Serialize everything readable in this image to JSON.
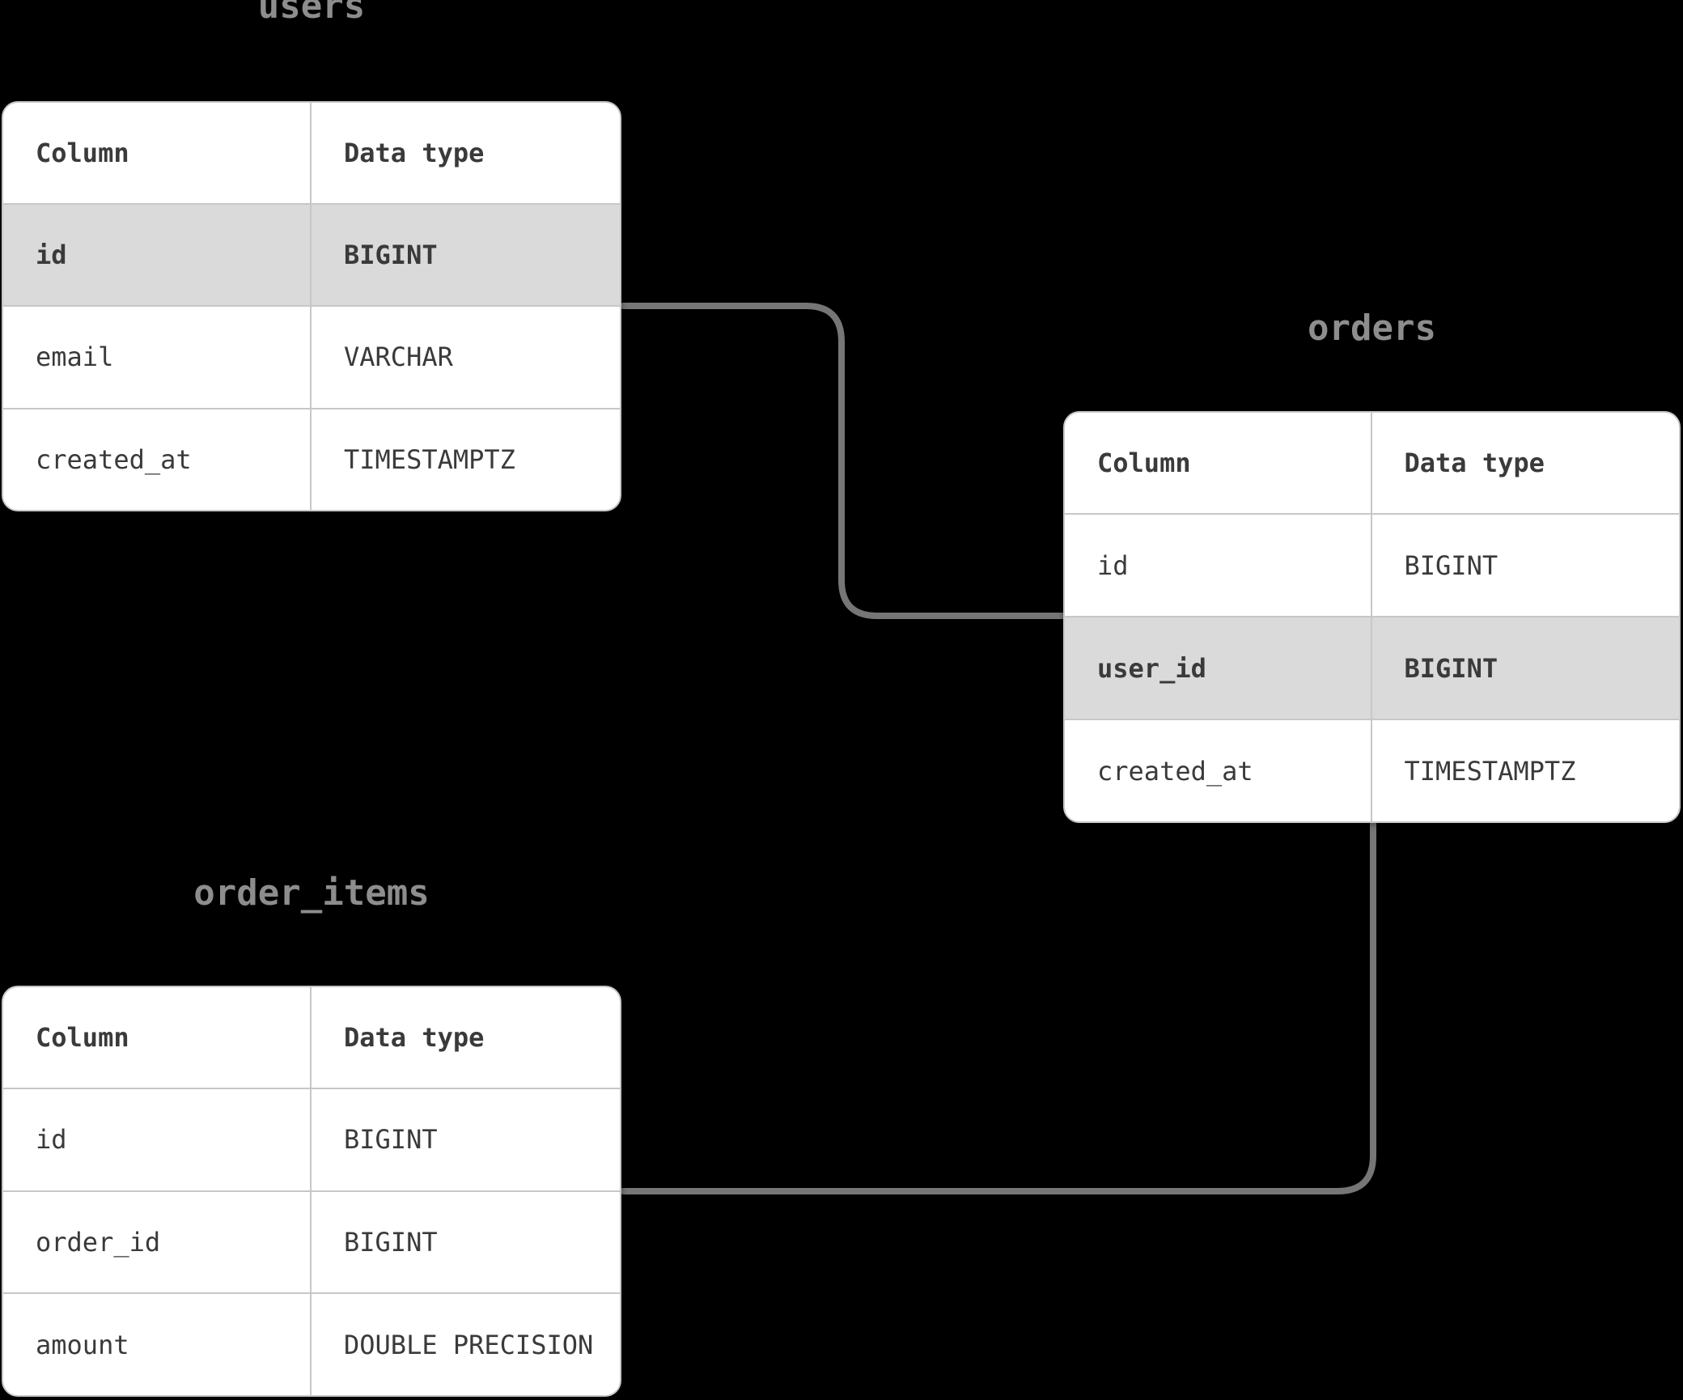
{
  "diagram": {
    "tables": [
      {
        "name": "users",
        "headers": [
          "Column",
          "Data type"
        ],
        "rows": [
          {
            "column": "id",
            "type": "BIGINT",
            "highlighted": true
          },
          {
            "column": "email",
            "type": "VARCHAR",
            "highlighted": false
          },
          {
            "column": "created_at",
            "type": "TIMESTAMPTZ",
            "highlighted": false
          }
        ]
      },
      {
        "name": "orders",
        "headers": [
          "Column",
          "Data type"
        ],
        "rows": [
          {
            "column": "id",
            "type": "BIGINT",
            "highlighted": false
          },
          {
            "column": "user_id",
            "type": "BIGINT",
            "highlighted": true
          },
          {
            "column": "created_at",
            "type": "TIMESTAMPTZ",
            "highlighted": false
          }
        ]
      },
      {
        "name": "order_items",
        "headers": [
          "Column",
          "Data type"
        ],
        "rows": [
          {
            "column": "id",
            "type": "BIGINT",
            "highlighted": false
          },
          {
            "column": "order_id",
            "type": "BIGINT",
            "highlighted": false
          },
          {
            "column": "amount",
            "type": "DOUBLE PRECISION",
            "highlighted": false
          }
        ]
      }
    ],
    "relationships": [
      {
        "from": "users.id",
        "to": "orders.user_id"
      },
      {
        "from": "orders.id",
        "to": "order_items.order_id"
      }
    ],
    "colors": {
      "background": "#000000",
      "table_background": "#ffffff",
      "table_border": "#c7c7c7",
      "row_divider": "#c7c7c7",
      "highlight_row": "#dadada",
      "cell_text": "#3a3a3a",
      "title_text": "#8d8d8d",
      "connector": "#767676"
    }
  }
}
